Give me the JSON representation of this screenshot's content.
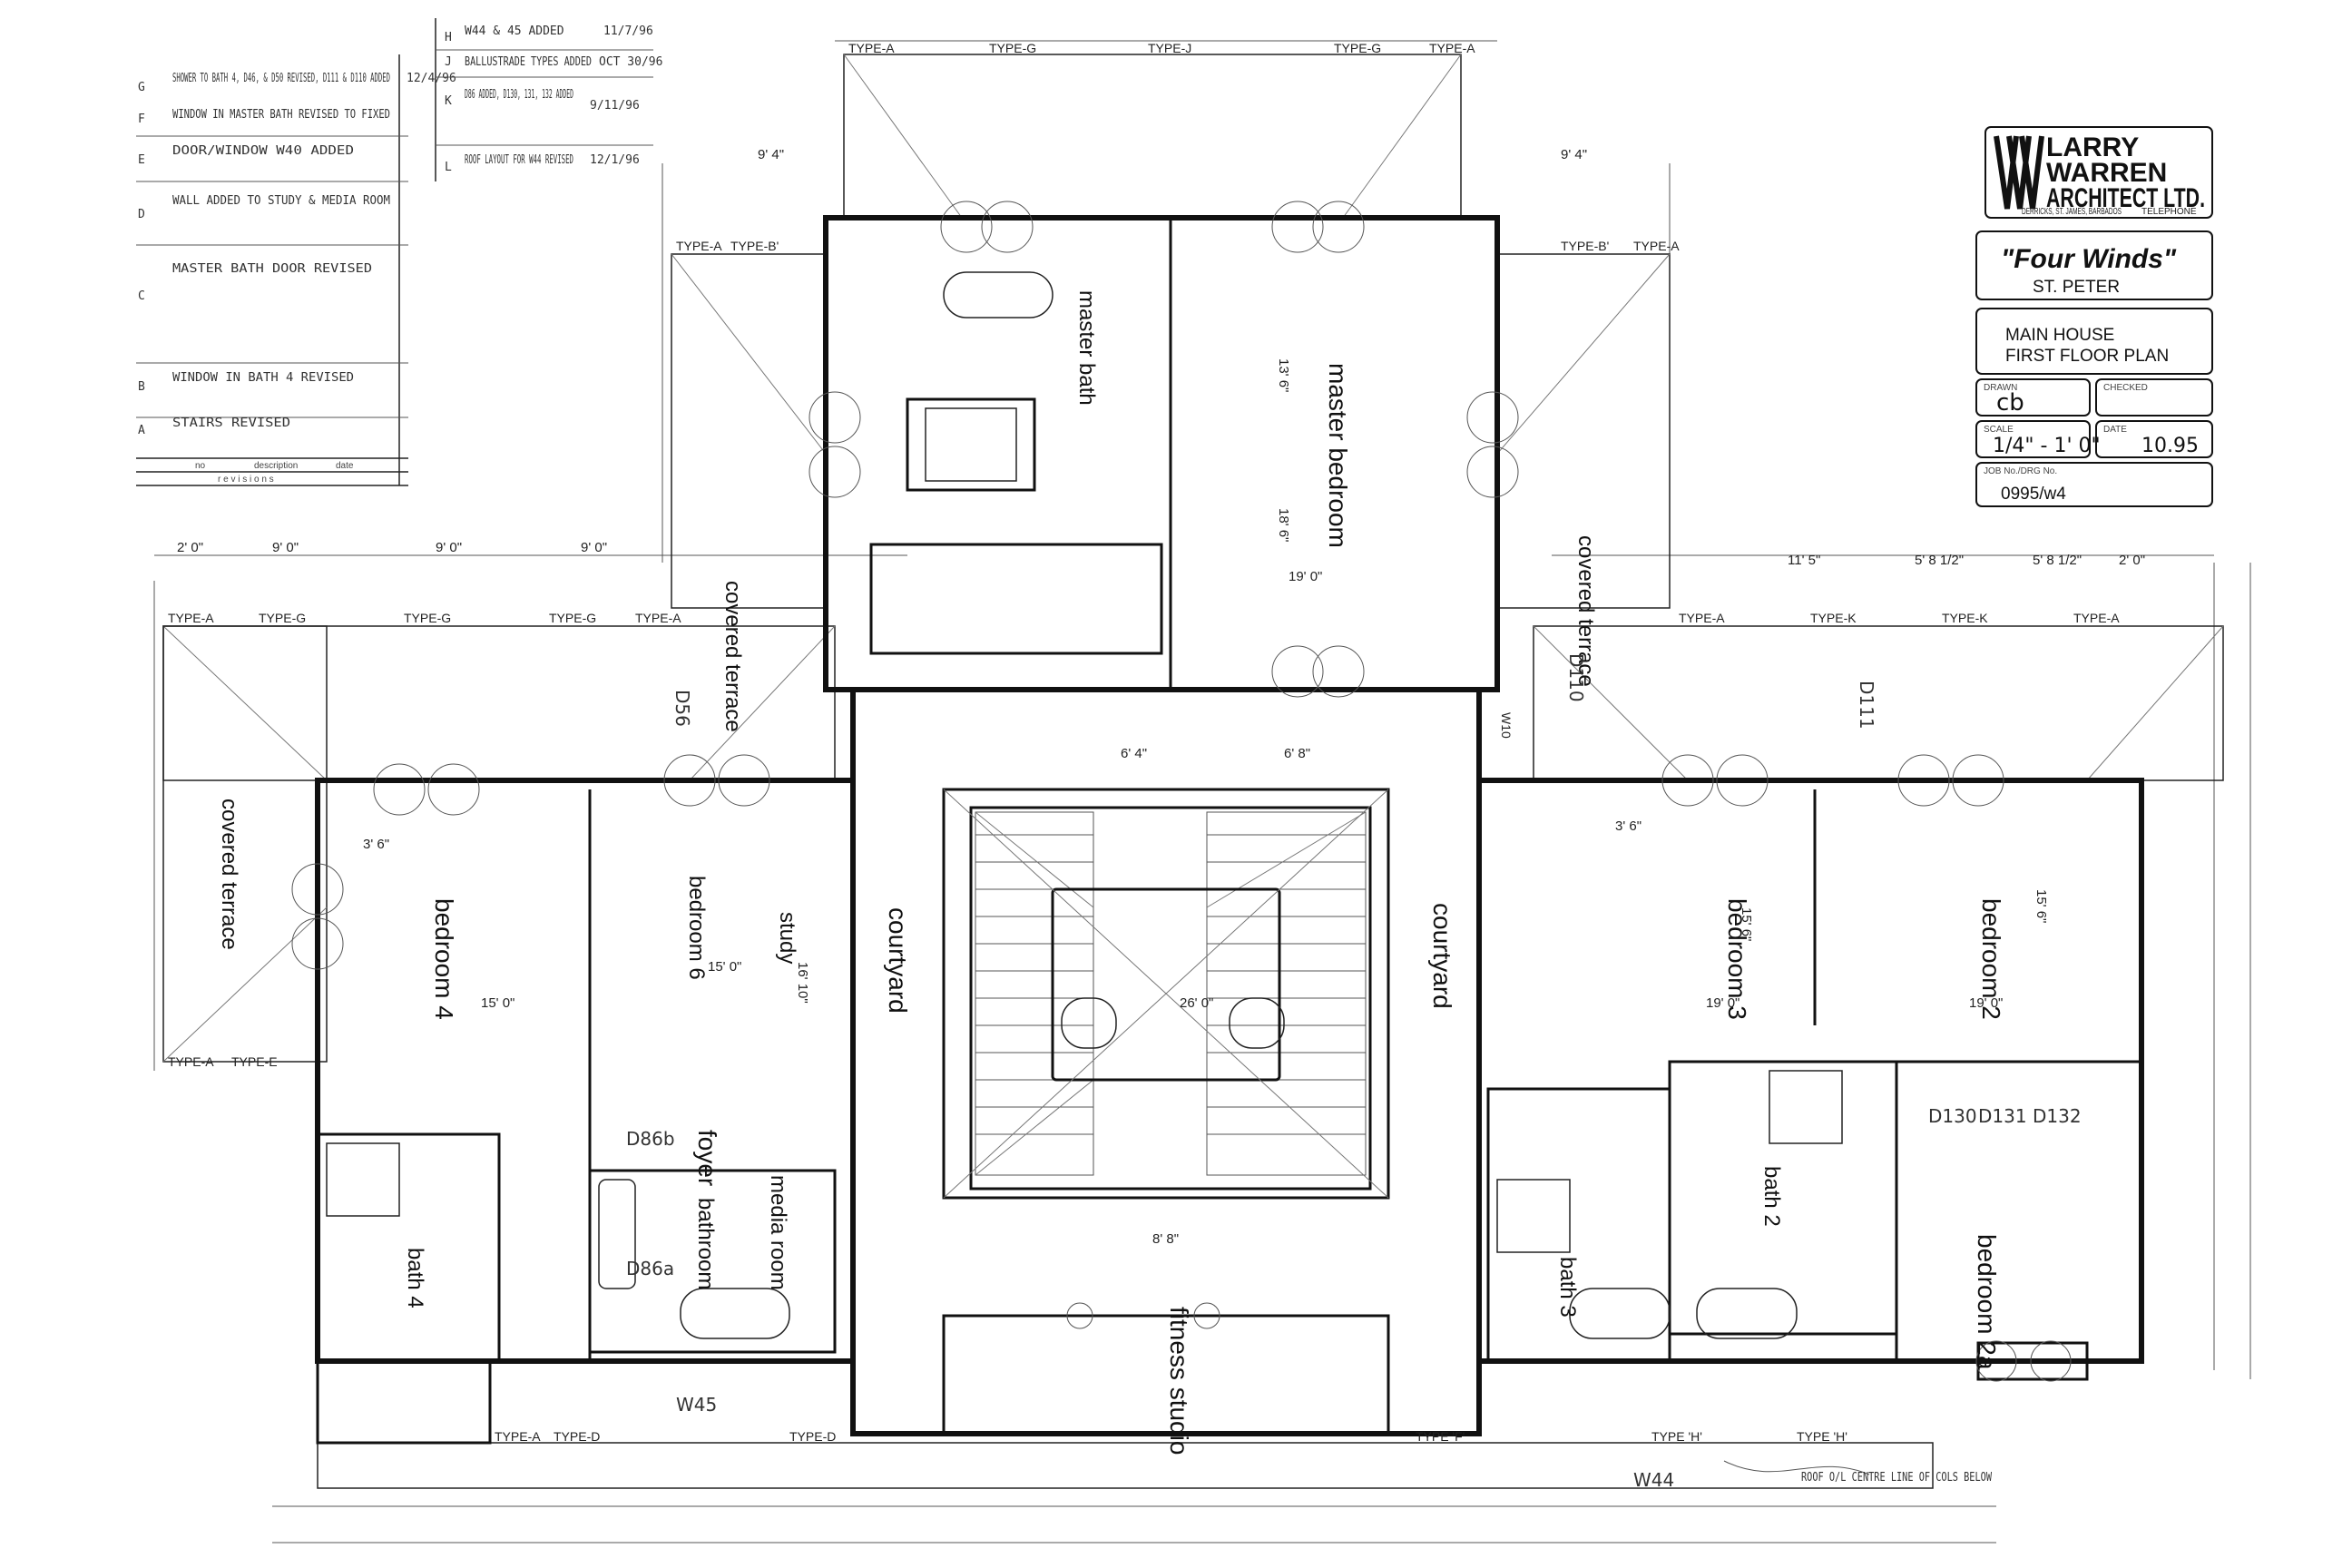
{
  "title_block": {
    "firm_line1": "LARRY",
    "firm_line2": "WARREN",
    "firm_line3": "ARCHITECT LTD.",
    "firm_address": "DERRICKS, ST. JAMES, BARBADOS",
    "firm_phone": "TELEPHONE",
    "project_name": "\"Four Winds\"",
    "project_location": "ST. PETER",
    "drawing_title_line1": "MAIN HOUSE",
    "drawing_title_line2": "FIRST FLOOR PLAN",
    "drawn_label": "DRAWN",
    "drawn_by": "cb",
    "checked_label": "CHECKED",
    "scale_label": "SCALE",
    "scale": "1/4\" - 1' 0\"",
    "date_label": "DATE",
    "date": "10.95",
    "job_label": "JOB No./DRG No.",
    "drawing_number": "0995/w4"
  },
  "revisions": {
    "header_description": "description",
    "header_date": "date",
    "header_no": "no",
    "header_revisions": "r e v i s i o n s",
    "items": [
      {
        "mark": "H",
        "text": "W44 & 45 ADDED",
        "date": "11/7/96"
      },
      {
        "mark": "J",
        "text": "BALLUSTRADE TYPES ADDED",
        "date": "OCT 30/96"
      },
      {
        "mark": "K",
        "text": "D86 ADDED, D130, 131, 132 ADDED",
        "date": "9/11/96"
      },
      {
        "mark": "L",
        "text": "ROOF LAYOUT FOR W44 REVISED",
        "date": "12/1/96"
      },
      {
        "mark": "G",
        "text": "SHOWER TO BATH 4, D46, & D50 REVISED, D111 & D110 ADDED",
        "date": "12/4/96"
      },
      {
        "mark": "F",
        "text": "WINDOW IN MASTER BATH REVISED TO FIXED",
        "date": ""
      },
      {
        "mark": "E",
        "text": "DOOR/WINDOW W40 ADDED",
        "date": ""
      },
      {
        "mark": "D",
        "text": "WALL ADDED TO STUDY & MEDIA ROOM",
        "date": ""
      },
      {
        "mark": "C",
        "text": "MASTER BATH DOOR REVISED",
        "date": ""
      },
      {
        "mark": "B",
        "text": "WINDOW IN BATH 4 REVISED",
        "date": ""
      },
      {
        "mark": "A",
        "text": "STAIRS REVISED",
        "date": ""
      }
    ]
  },
  "rooms": {
    "master_bath": "master bath",
    "master_bedroom": "master bedroom",
    "covered_terrace_left": "covered terrace",
    "covered_terrace_right": "covered terrace",
    "covered_terrace_far_left": "covered terrace",
    "bedroom_4": "bedroom 4",
    "bedroom_6": "bedroom 6",
    "study": "study",
    "courtyard_left": "courtyard",
    "courtyard_right": "courtyard",
    "bedroom_3": "bedroom 3",
    "bedroom_2": "bedroom 2",
    "bedroom_2a": "bedroom 2a",
    "foyer": "foyer",
    "bathroom": "bathroom",
    "media_room": "media room",
    "bath_4": "bath 4",
    "bath_2": "bath 2",
    "bath_3": "bath 3",
    "fitness_studio": "fitness studio"
  },
  "dimensions": {
    "d_19_0": "19' 0\"",
    "d_15_0": "15' 0\"",
    "d_26_0": "26' 0\"",
    "d_9_4": "9' 4\"",
    "d_9_0": "9' 0\"",
    "d_2_0": "2' 0\"",
    "d_13_6": "13' 6\"",
    "d_18_6": "18' 6\"",
    "d_15_6": "15' 6\"",
    "d_16_10": "16' 10\"",
    "d_6_4": "6' 4\"",
    "d_8_8": "8' 8\"",
    "d_11_5": "11' 5\"",
    "d_5_8_half": "5' 8 1/2\"",
    "d_6_8": "6' 8\"",
    "d_3_6": "3' 6\""
  },
  "tags": {
    "type_a": "TYPE-A",
    "type_g": "TYPE-G",
    "type_j": "TYPE-J",
    "type_b": "TYPE-B'",
    "type_k": "TYPE-K",
    "type_e": "TYPE-E",
    "type_d": "TYPE-D",
    "type_f": "TYPE 'F'",
    "type_h": "TYPE 'H'",
    "w44": "W44",
    "w45": "W45",
    "w10": "W10",
    "d110": "D110",
    "d111": "D111",
    "d56": "D56",
    "d86b": "D86b",
    "d86a": "D86a",
    "d130": "D130",
    "d131": "D131",
    "d132": "D132",
    "note_roof": "ROOF O/L CENTRE LINE OF COLS BELOW"
  }
}
